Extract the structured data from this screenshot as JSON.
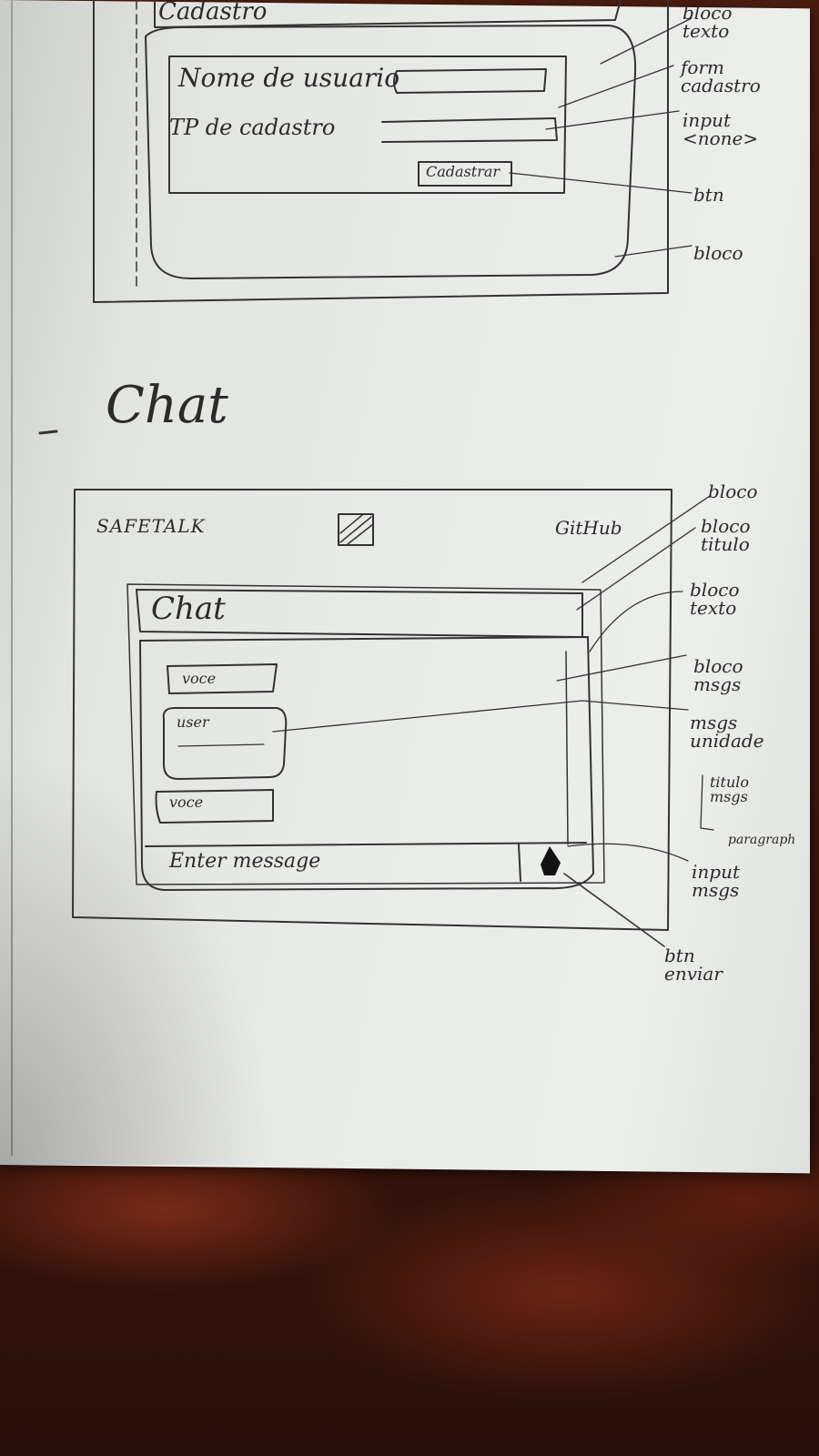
{
  "signup_sketch": {
    "title": "Cadastro",
    "username_label": "Nome de usuario",
    "type_label": "TP de cadastro",
    "button_label": "Cadastrar",
    "annotations": {
      "text_block": "bloco texto",
      "form": "form cadastro",
      "input": "input <none>",
      "button": "btn",
      "block": "bloco"
    }
  },
  "chat_sketch": {
    "section_heading": "Chat",
    "header": {
      "logo_text": "SAFETALK",
      "github_link": "GitHub"
    },
    "title_block": "Chat",
    "messages": [
      {
        "author": "voce"
      },
      {
        "author": "user"
      },
      {
        "author": "voce"
      }
    ],
    "input_placeholder": "Enter message",
    "annotations": {
      "block": "bloco",
      "title_block": "bloco titulo",
      "text_block": "bloco texto",
      "msgs_block": "bloco msgs",
      "msg_unit": "msgs unidade",
      "msg_title": "titulo msgs",
      "paragraph": "paragraph",
      "input_msg": "input msgs",
      "send_button": "btn enviar"
    }
  }
}
